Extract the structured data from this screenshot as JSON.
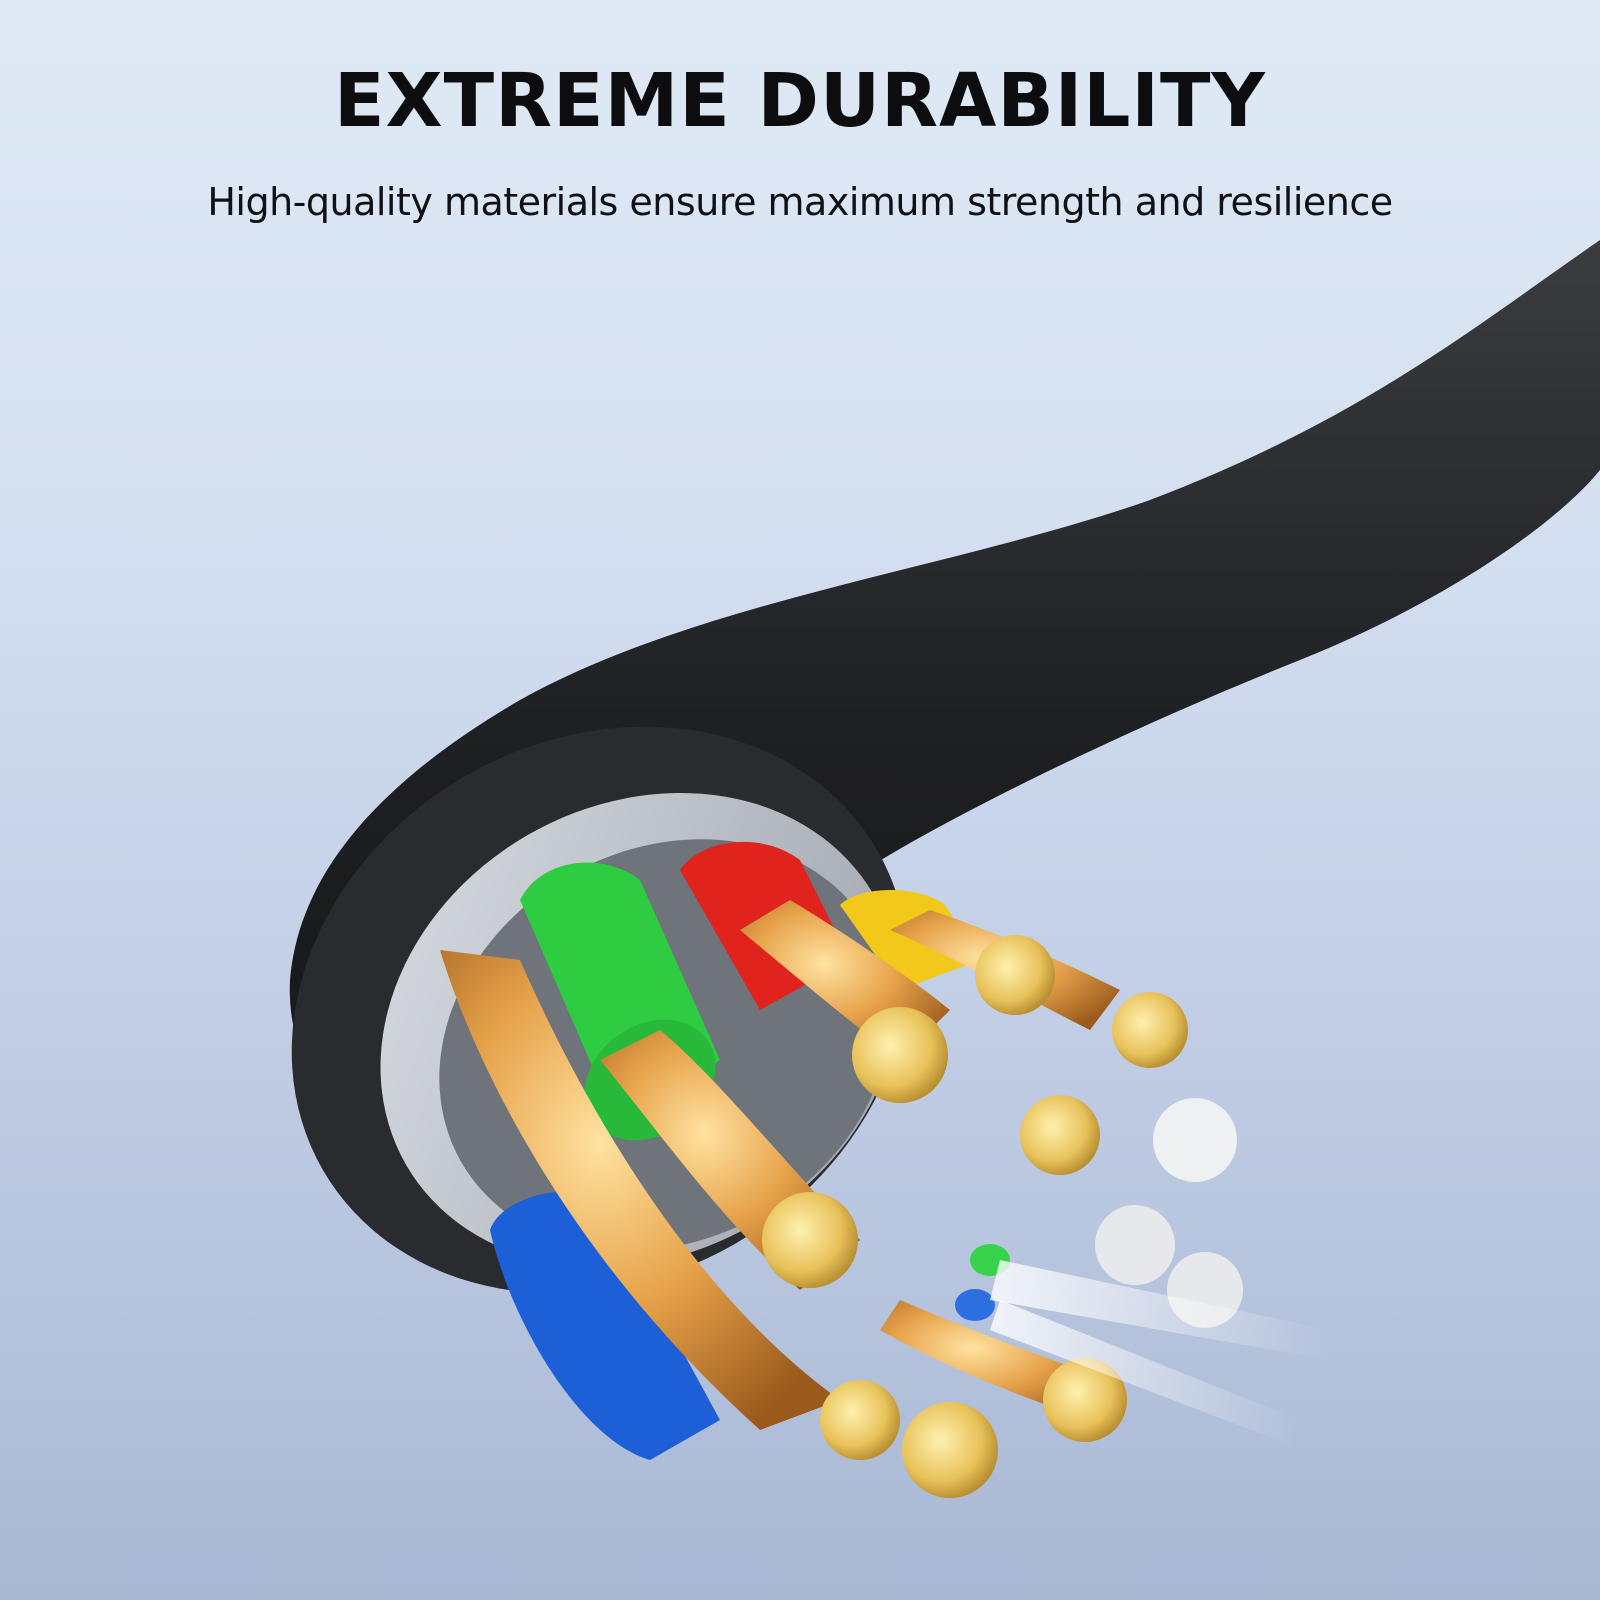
{
  "header": {
    "title": "EXTREME DURABILITY",
    "subtitle": "High-quality materials ensure maximum strength and resilience"
  },
  "illustration": {
    "subject": "cable-cross-section",
    "jacket_color": "#1e1f22",
    "shield_color": "#c9ced6",
    "conductor_colors": {
      "green": "#2ecc40",
      "red": "#e0231c",
      "yellow": "#f2c81a",
      "blue": "#1d5fd6",
      "white": "#eef0f2",
      "copper": "#d9903a",
      "tinned": "#e8c25a"
    }
  },
  "colors": {
    "bg_top": "#e0eaf6",
    "bg_bottom": "#a9b8d4",
    "text": "#0d0d10"
  }
}
